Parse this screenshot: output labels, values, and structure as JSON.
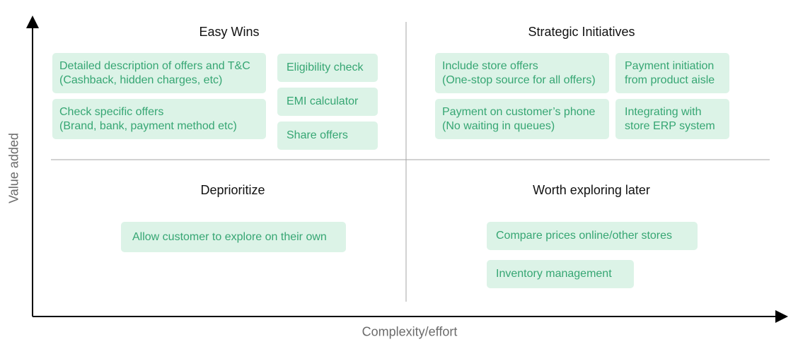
{
  "axes": {
    "y_label": "Value added",
    "x_label": "Complexity/effort"
  },
  "quadrants": {
    "top_left": {
      "title": "Easy Wins",
      "items": [
        "Detailed description of offers and T&C\n(Cashback, hidden charges, etc)",
        "Check specific offers\n(Brand, bank, payment method etc)",
        "Eligibility check",
        "EMI calculator",
        "Share offers"
      ]
    },
    "top_right": {
      "title": "Strategic Initiatives",
      "items": [
        "Include store offers\n(One-stop source for all offers)",
        "Payment on customer’s phone\n(No waiting in queues)",
        "Payment initiation\nfrom product aisle",
        "Integrating with\nstore ERP system"
      ]
    },
    "bottom_left": {
      "title": "Deprioritize",
      "items": [
        "Allow customer to explore on their own"
      ]
    },
    "bottom_right": {
      "title": "Worth exploring later",
      "items": [
        "Compare prices online/other stores",
        "Inventory management"
      ]
    }
  },
  "colors": {
    "card_background": "#dcf3e7",
    "card_text": "#36a673",
    "axis": "#000000",
    "divider": "#a6a6a6"
  }
}
